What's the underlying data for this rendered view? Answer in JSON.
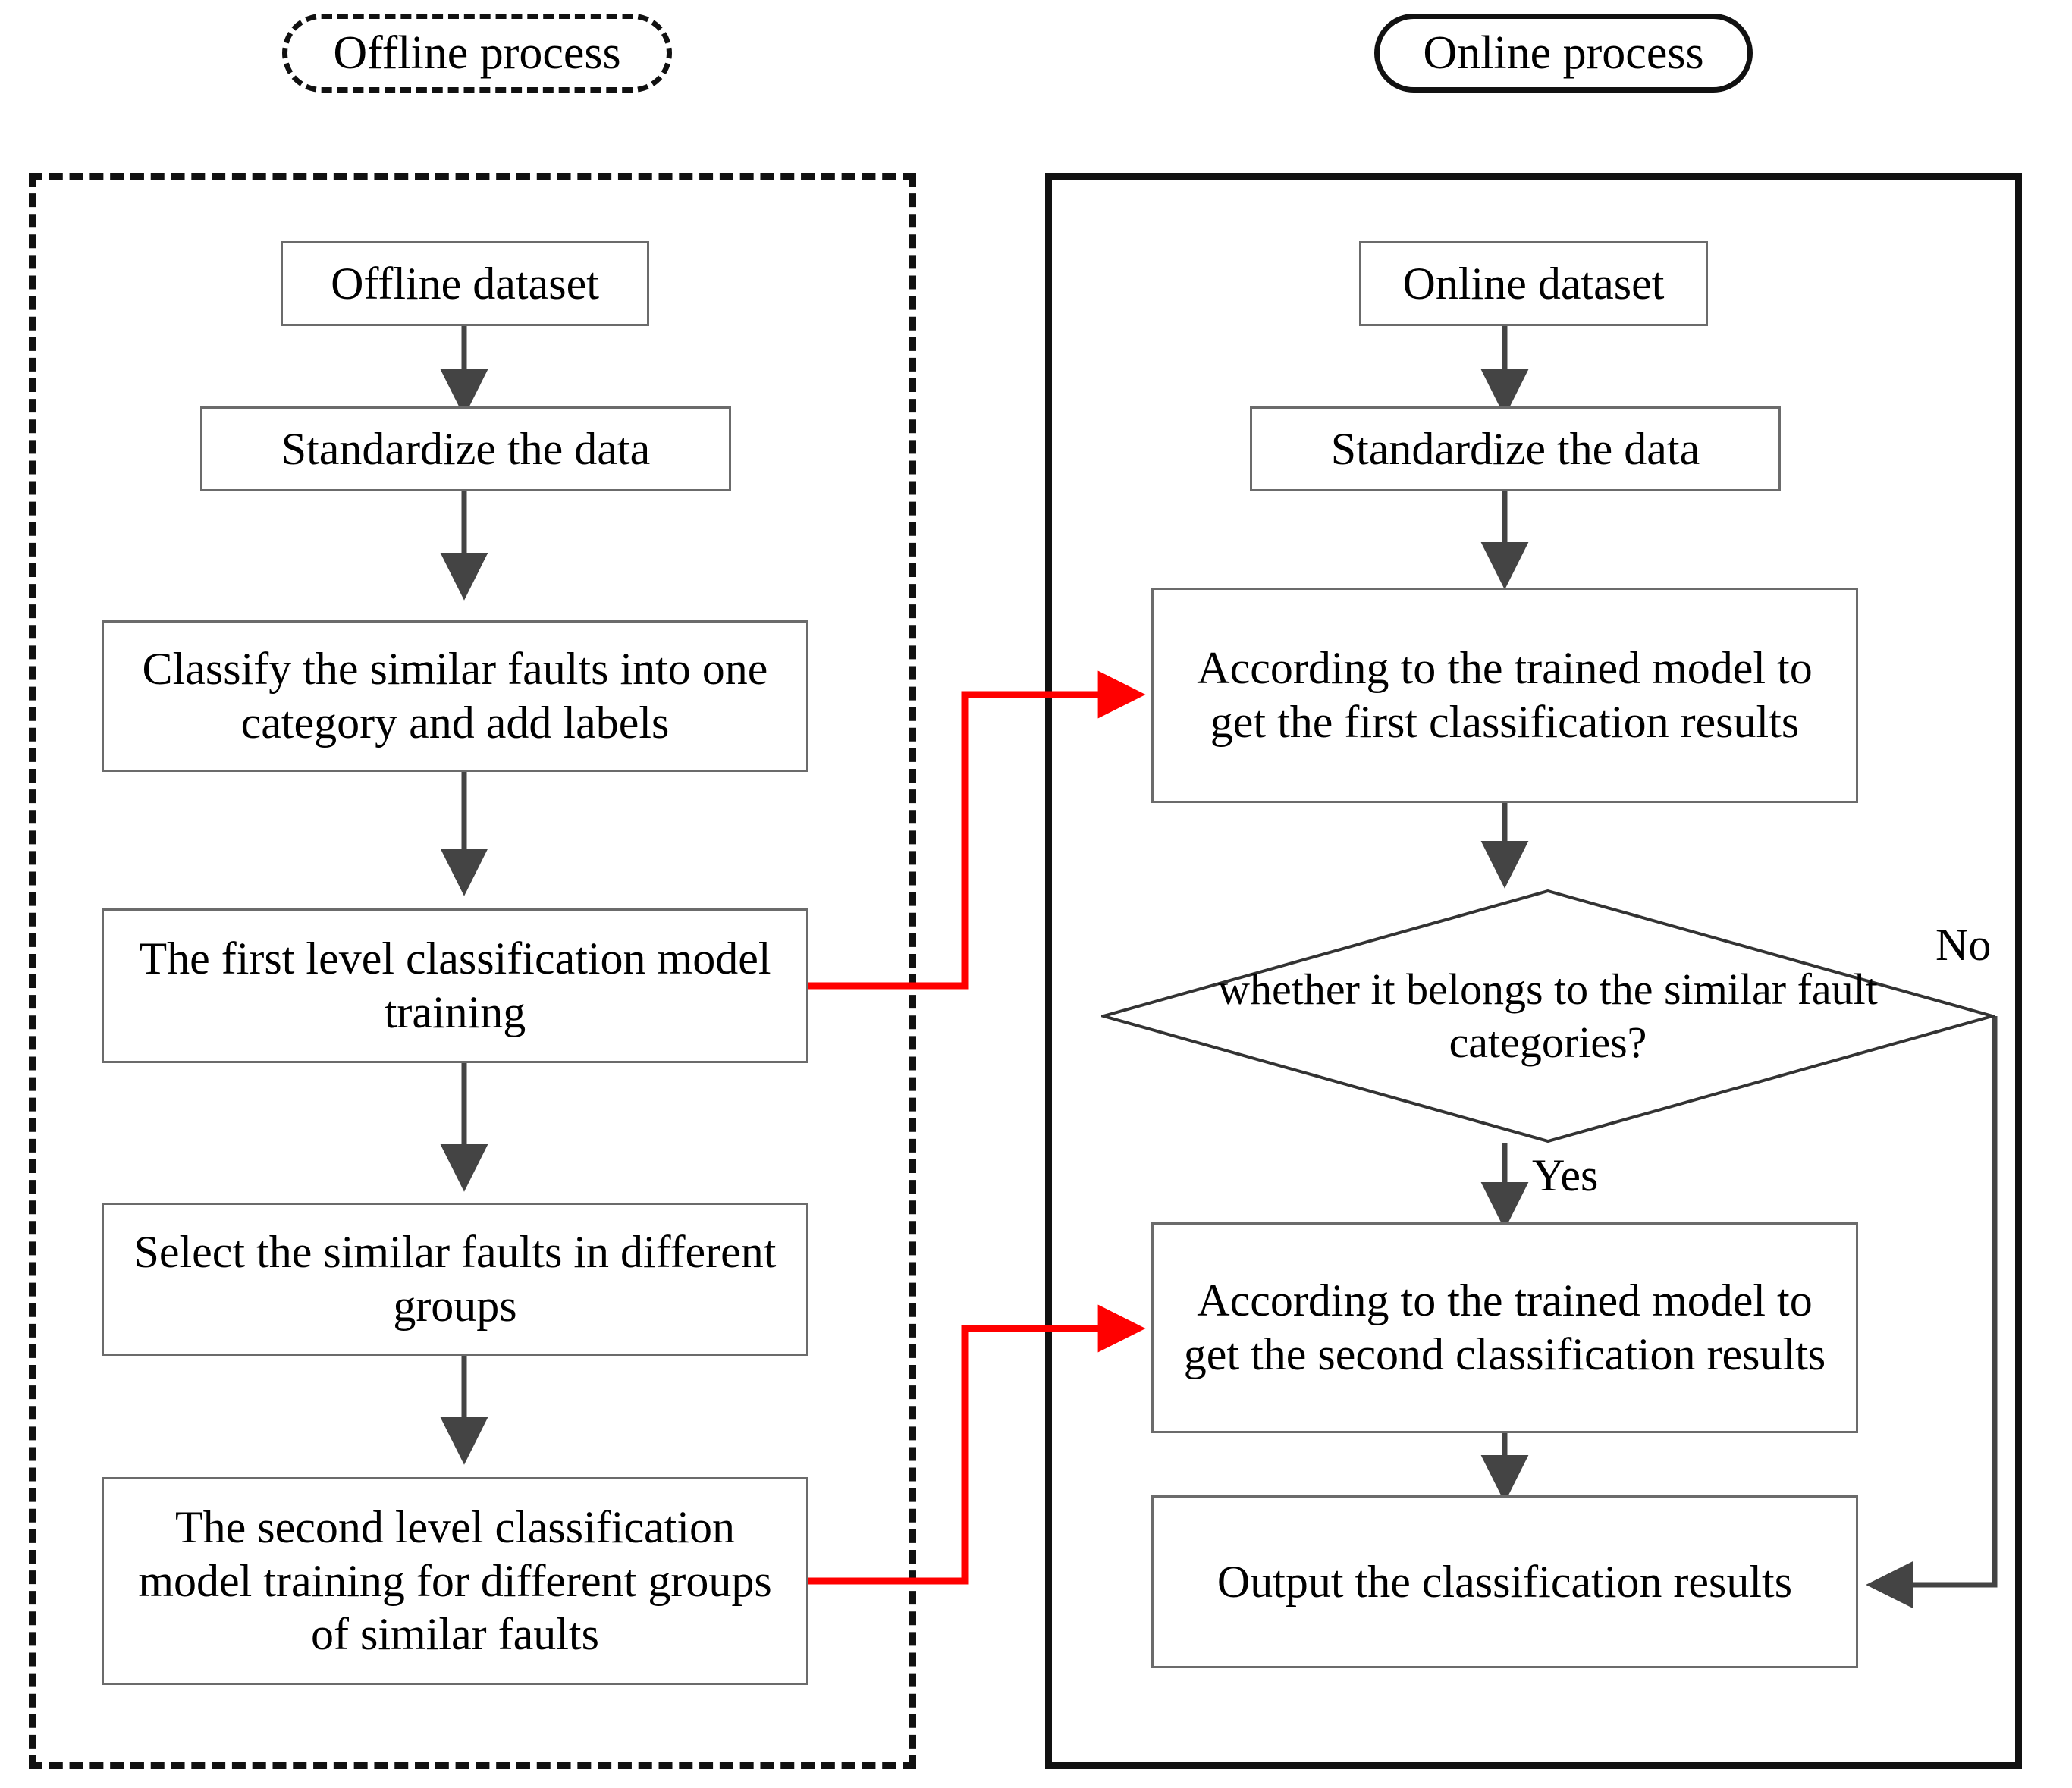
{
  "diagram": {
    "type": "flowchart",
    "title": "Two-level fault classification: offline training and online inference",
    "colors": {
      "box_border": "#6b6b6b",
      "container_border": "#111111",
      "arrow": "#444444",
      "cross_link": "#ff0000",
      "background": "#ffffff"
    },
    "panels": [
      {
        "id": "offline",
        "header": "Offline process",
        "border_style": "dashed"
      },
      {
        "id": "online",
        "header": "Online process",
        "border_style": "solid"
      }
    ],
    "offline_nodes": [
      {
        "id": "off1",
        "shape": "rect",
        "label": "Offline dataset"
      },
      {
        "id": "off2",
        "shape": "rect",
        "label": "Standardize the data"
      },
      {
        "id": "off3",
        "shape": "rect",
        "label": "Classify the similar faults into one category and add labels"
      },
      {
        "id": "off4",
        "shape": "rect",
        "label": "The first level classification model training"
      },
      {
        "id": "off5",
        "shape": "rect",
        "label": "Select the similar faults in different groups"
      },
      {
        "id": "off6",
        "shape": "rect",
        "label": "The second level classification model training for different groups of similar faults"
      }
    ],
    "online_nodes": [
      {
        "id": "on1",
        "shape": "rect",
        "label": "Online dataset"
      },
      {
        "id": "on2",
        "shape": "rect",
        "label": "Standardize the data"
      },
      {
        "id": "on3",
        "shape": "rect",
        "label": "According to the trained model to get the first classification results"
      },
      {
        "id": "on4",
        "shape": "diamond",
        "label": "whether it belongs to the similar fault categories?"
      },
      {
        "id": "on5",
        "shape": "rect",
        "label": "According to the trained model to get the second classification results"
      },
      {
        "id": "on6",
        "shape": "rect",
        "label": "Output the classification results"
      }
    ],
    "edge_labels": {
      "no": "No",
      "yes": "Yes"
    },
    "edges": [
      {
        "from": "off1",
        "to": "off2",
        "style": "solid-black"
      },
      {
        "from": "off2",
        "to": "off3",
        "style": "solid-black"
      },
      {
        "from": "off3",
        "to": "off4",
        "style": "solid-black"
      },
      {
        "from": "off4",
        "to": "off5",
        "style": "solid-black"
      },
      {
        "from": "off5",
        "to": "off6",
        "style": "solid-black"
      },
      {
        "from": "on1",
        "to": "on2",
        "style": "solid-black"
      },
      {
        "from": "on2",
        "to": "on3",
        "style": "solid-black"
      },
      {
        "from": "on3",
        "to": "on4",
        "style": "solid-black"
      },
      {
        "from": "on4",
        "to": "on5",
        "style": "solid-black",
        "label": "Yes"
      },
      {
        "from": "on4",
        "to": "on6",
        "style": "solid-black",
        "label": "No"
      },
      {
        "from": "on5",
        "to": "on6",
        "style": "solid-black"
      },
      {
        "from": "off4",
        "to": "on3",
        "style": "solid-red"
      },
      {
        "from": "off6",
        "to": "on5",
        "style": "solid-red"
      }
    ]
  }
}
